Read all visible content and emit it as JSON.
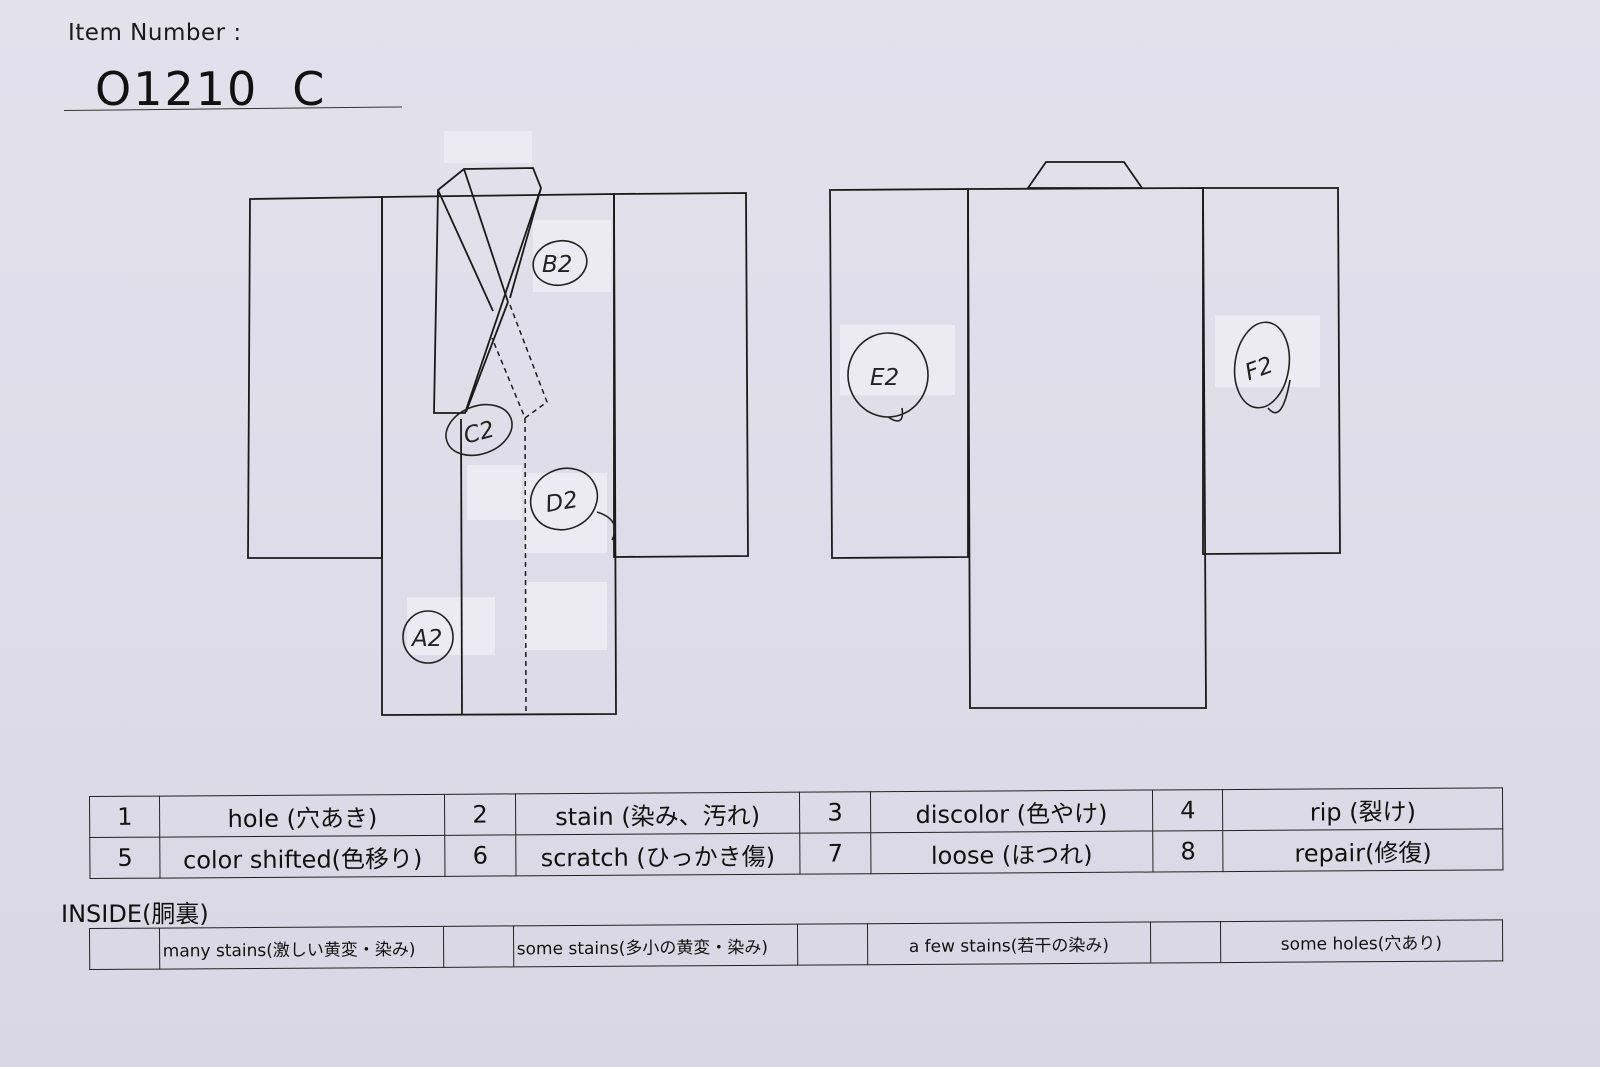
{
  "header": {
    "item_label": "Item Number :",
    "item_number": "O1210",
    "item_suffix": "C"
  },
  "markers": {
    "front": [
      "B2",
      "C2",
      "D2",
      "A2"
    ],
    "back": [
      "E2",
      "F2"
    ]
  },
  "legend": {
    "rows": [
      [
        {
          "num": "1",
          "label": "hole (穴あき)"
        },
        {
          "num": "2",
          "label": "stain (染み、汚れ)"
        },
        {
          "num": "3",
          "label": "discolor (色やけ)"
        },
        {
          "num": "4",
          "label": "rip (裂け)"
        }
      ],
      [
        {
          "num": "5",
          "label": "color shifted(色移り)"
        },
        {
          "num": "6",
          "label": "scratch (ひっかき傷)"
        },
        {
          "num": "7",
          "label": "loose (ほつれ)"
        },
        {
          "num": "8",
          "label": "repair(修復)"
        }
      ]
    ]
  },
  "inside": {
    "heading": "INSIDE(胴裏)",
    "items": [
      "many stains(激しい黄変・染み)",
      "some stains(多小の黄変・染み)",
      "a few stains(若干の染み)",
      "some holes(穴あり)"
    ]
  },
  "colors": {
    "paper": "#e0dee9",
    "ink": "#111111",
    "tape": "#ebeaf2"
  }
}
